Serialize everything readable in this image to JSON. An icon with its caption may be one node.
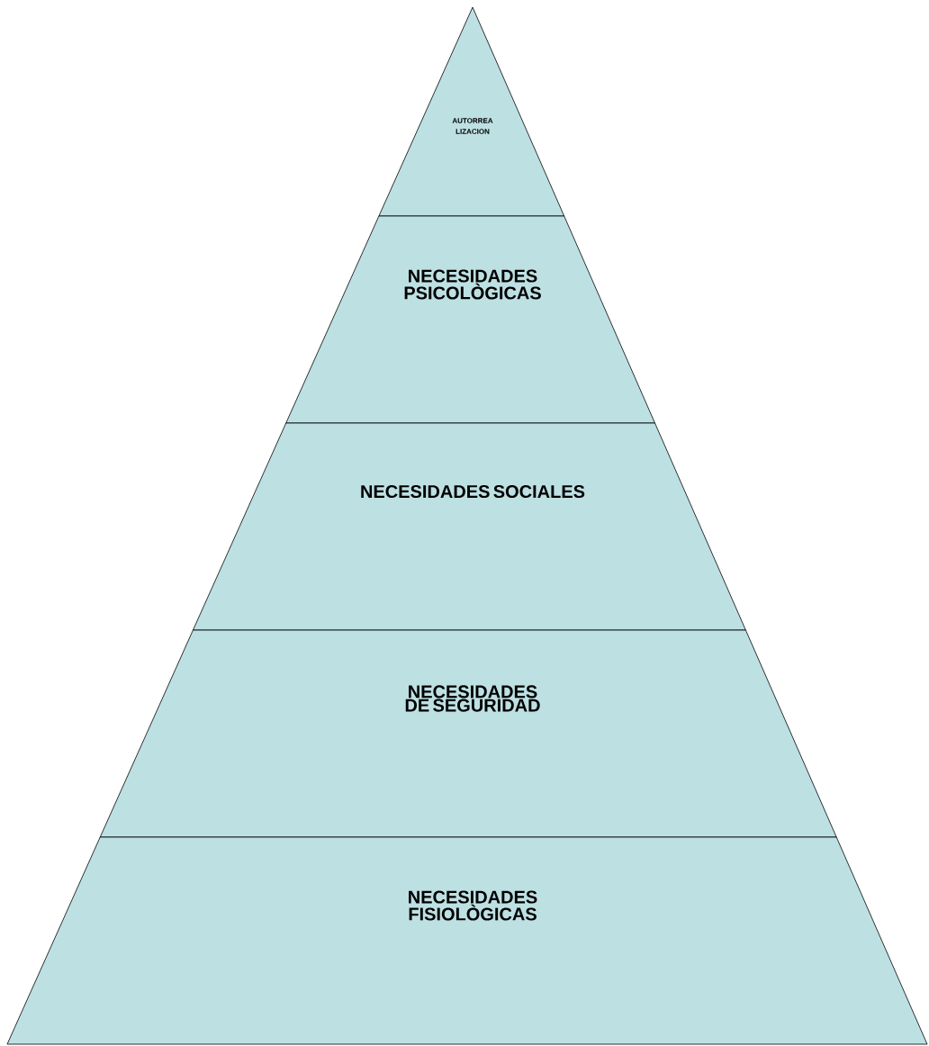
{
  "diagram": {
    "nodes": [
      {
        "text": [
          "AUTORREA LIZACION"
        ]
      },
      {
        "text": [
          "NECESIDADES PSICOLÒGICAS"
        ]
      },
      {
        "text": [
          "NECESIDADES SOCIALES"
        ]
      },
      {
        "text": [
          "NECESIDADES DE SEGURIDAD"
        ]
      },
      {
        "text": [
          "NECESIDADES FISIOLÒGICAS"
        ]
      }
    ]
  }
}
